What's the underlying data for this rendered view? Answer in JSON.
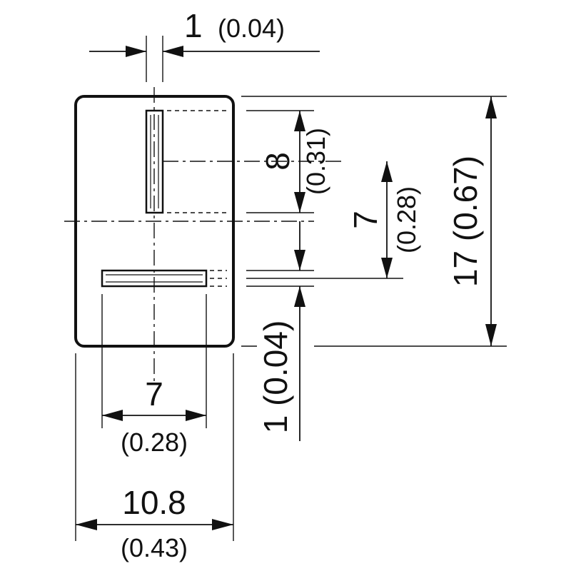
{
  "dimensions": {
    "slot_thickness": {
      "value": "1",
      "inch": "(0.04)"
    },
    "upper_slot_length": {
      "value": "8",
      "inch": "(0.31)"
    },
    "slot_center_offset": {
      "value": "7",
      "inch": "(0.28)"
    },
    "total_height": {
      "value": "17 (0.67)"
    },
    "lower_slot_gap": {
      "value": "1 (0.04)"
    },
    "lower_slot_length": {
      "value": "7",
      "inch": "(0.28)"
    },
    "total_width": {
      "value": "10.8",
      "inch": "(0.43)"
    }
  }
}
